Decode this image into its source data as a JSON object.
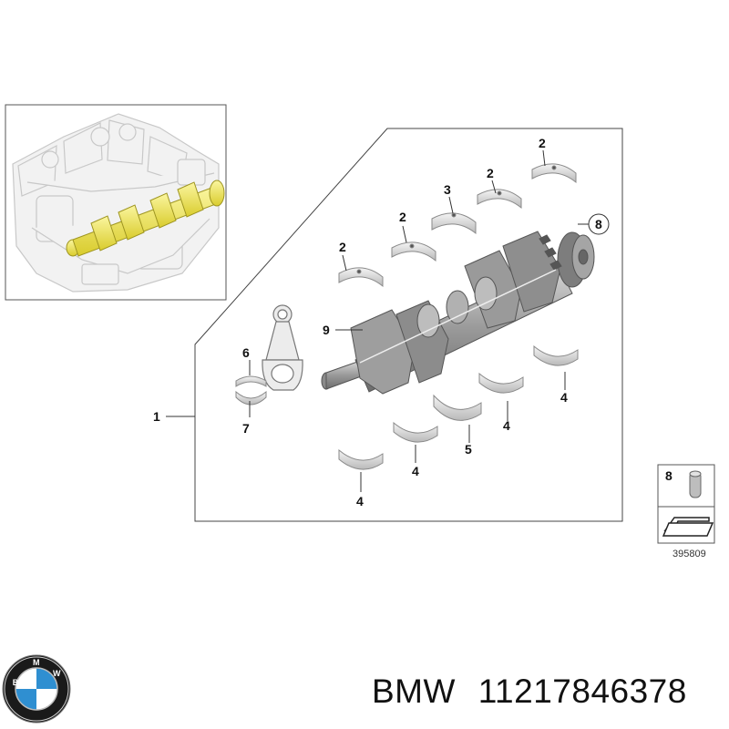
{
  "diagram": {
    "callouts": {
      "c1": "1",
      "c2a": "2",
      "c2b": "2",
      "c2c": "2",
      "c2d": "2",
      "c3": "3",
      "c4a": "4",
      "c4b": "4",
      "c4c": "4",
      "c4d": "4",
      "c5": "5",
      "c6": "6",
      "c7": "7",
      "c8": "8",
      "c9": "9"
    },
    "legend_item_number": "8",
    "drawing_number": "395809"
  },
  "brand": {
    "logo_letters": "BMW"
  },
  "caption": {
    "brand": "BMW",
    "part_number": "11217846378"
  },
  "colors": {
    "highlight": "#f2ea5a",
    "line": "#333333",
    "part_gray": "#a8a8a8",
    "bmw_blue": "#2f8fd1"
  }
}
